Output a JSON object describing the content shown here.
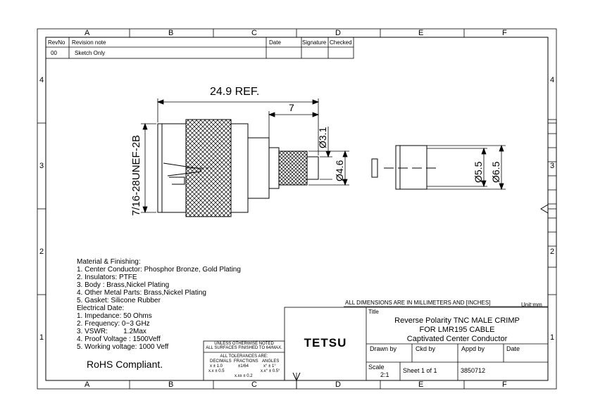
{
  "grid": {
    "columns": [
      "A",
      "B",
      "C",
      "D",
      "E",
      "F"
    ],
    "rows_left": [
      "4",
      "3",
      "2",
      "1"
    ],
    "rows_right": [
      "4",
      "3",
      "2",
      "1"
    ]
  },
  "revision_table": {
    "headers": {
      "rev": "RevNo",
      "note": "Revision note",
      "date": "Date",
      "signature": "Signature",
      "checked": "Checked"
    },
    "rows": [
      {
        "rev": "00",
        "note": "Sketch Only",
        "date": "",
        "signature": "",
        "checked": ""
      }
    ]
  },
  "dimensions": {
    "overall": "24.9 REF.",
    "crimp_length": "7",
    "thread": "7/16-28UNEF-2B",
    "pin_dia": "Ø3.1",
    "ferrule_inner": "Ø4.6",
    "sleeve_inner": "Ø5.5",
    "sleeve_outer": "Ø6.5"
  },
  "notes": {
    "material_lines": [
      "Material & Finishing:",
      "1. Center Conductor: Phosphor Bronze, Gold Plating",
      "2. Insulators: PTFE",
      "3. Body : Brass,Nickel Plating",
      "4. Other Metal Parts: Brass,Nickel Plating",
      "5. Gasket: Silicone Rubber"
    ],
    "electrical_lines": [
      "Electrical Date:",
      "1. Impedance: 50 Ohms",
      "2. Frequency: 0~3 GHz",
      "3. VSWR:        1.2Max",
      "4. Proof Voltage : 1500Veff",
      "5. Working voltage: 1000 Veff"
    ],
    "rohs": "RoHS Compliant."
  },
  "title_block": {
    "dims_note": "ALL DIMENSIONS ARE IN MILLIMETERS AND [INCHES]",
    "unit": "Unit:mm",
    "title_label": "Title",
    "title_lines": [
      "Reverse Polarity TNC MALE CRIMP",
      "FOR LMR195 CABLE",
      "Captivated Center Conductor"
    ],
    "company": "TETSU",
    "drawn_by": "Drawn by",
    "ckd_by": "Ckd by",
    "appd_by": "Appd by",
    "date": "Date",
    "scale_label": "Scale",
    "scale_value": "2:1",
    "sheet": "Sheet 1 of 1",
    "part_no": "3850712"
  },
  "tolerances": {
    "header1": "UNLESS OTHERWISE NOTED",
    "header2": "ALL SURFACES FINISHED TO 64/MAX.",
    "title": "ALL TOLERANCES ARE:",
    "col_decimals": "DECIMALS",
    "col_fractions": "FRACTIONS",
    "col_angles": "ANGLES",
    "dec1": "x  ± 1.0",
    "dec2": "x.x  ± 0.5",
    "frac1": "±1/64",
    "ang1": "x° ± 1°",
    "ang2": "x.x° ± 0.5°",
    "dec3": "x.xx ± 0.2"
  }
}
